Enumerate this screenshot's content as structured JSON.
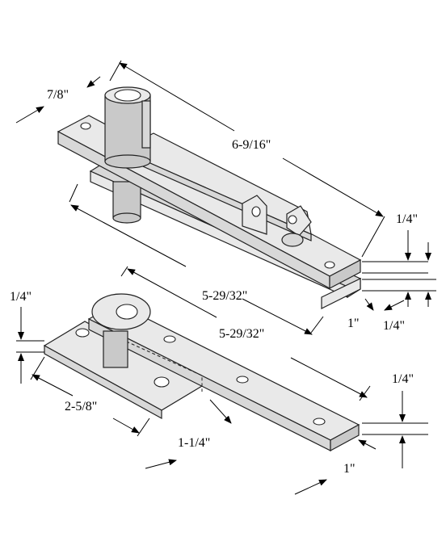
{
  "top_assembly": {
    "dim_width": "7/8\"",
    "dim_overall": "6-9/16\"",
    "dim_plate": "5-29/32\"",
    "dim_thickness_top": "1/4\"",
    "dim_thickness_bottom": "1/4\"",
    "dim_end": "1\""
  },
  "bottom_plate": {
    "dim_thickness_left": "1/4\"",
    "dim_length": "5-29/32\"",
    "dim_thickness_right": "1/4\"",
    "dim_short": "2-5/8\"",
    "dim_offset": "1-1/4\"",
    "dim_end": "1\""
  }
}
